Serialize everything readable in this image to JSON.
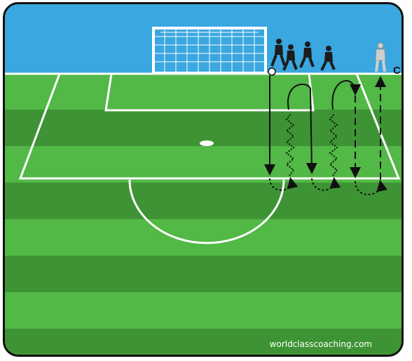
{
  "diagram": {
    "colors": {
      "sky": "#3aa7e0",
      "grass_light": "#52b846",
      "grass_dark": "#3e9434",
      "lines": "#ffffff",
      "runs": "#111111",
      "players": "#1c1c1c",
      "coach": "#cfcfcf"
    },
    "coach_label": "C",
    "credit": "worldclasscoaching.com",
    "players_count": 4
  }
}
